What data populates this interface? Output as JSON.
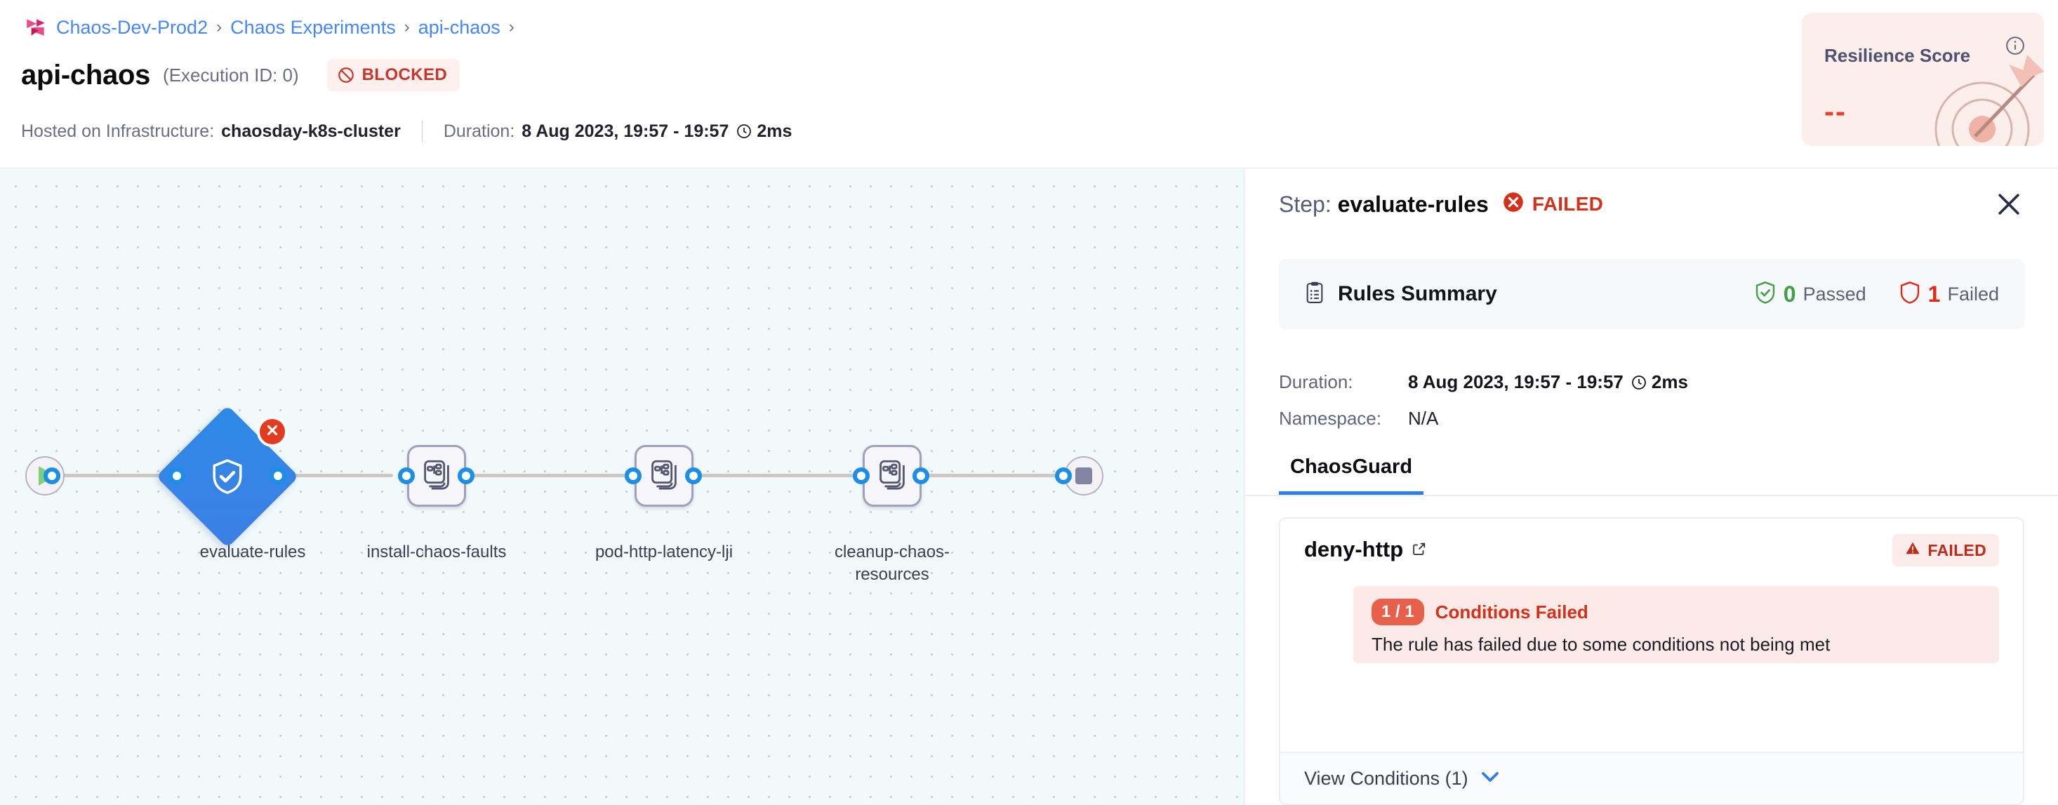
{
  "breadcrumb": {
    "logo_icon": "harness-logo-icon",
    "items": [
      "Chaos-Dev-Prod2",
      "Chaos Experiments",
      "api-chaos"
    ],
    "separator": "›",
    "trailing_separator": "›"
  },
  "header": {
    "title": "api-chaos",
    "execution_id": "(Execution ID: 0)",
    "status_badge": {
      "label": "BLOCKED",
      "icon": "blocked-circle-slash-icon",
      "color": "#c7372a",
      "bg": "#fdf0ee"
    },
    "meta": {
      "infra_label": "Hosted on Infrastructure:",
      "infra_value": "chaosday-k8s-cluster",
      "duration_label": "Duration:",
      "duration_range": "8 Aug 2023, 19:57 - 19:57",
      "duration_icon": "clock-icon",
      "duration_value": "2ms"
    }
  },
  "resilience": {
    "title": "Resilience Score",
    "value": "--",
    "info_icon": "info-circle-icon",
    "art_icon": "target-arrow-icon",
    "bg": "#fbeeeb",
    "value_color": "#e8402a"
  },
  "canvas": {
    "start_node": {
      "name": "start-node",
      "icon": "play-icon"
    },
    "end_node": {
      "name": "end-node",
      "icon": "stop-icon"
    },
    "nodes": [
      {
        "id": "evaluate-rules",
        "label": "evaluate-rules",
        "shape": "diamond",
        "icon": "shield-check-icon",
        "status": "failed",
        "status_icon": "error-x-icon"
      },
      {
        "id": "install-chaos-faults",
        "label": "install-chaos-faults",
        "shape": "box",
        "icon": "chaos-fault-icon",
        "status": "none"
      },
      {
        "id": "pod-http-latency-lji",
        "label": "pod-http-latency-lji",
        "shape": "box",
        "icon": "chaos-fault-icon",
        "status": "none"
      },
      {
        "id": "cleanup-chaos-resources",
        "label": "cleanup-chaos-resources",
        "shape": "box",
        "icon": "chaos-fault-icon",
        "status": "none"
      }
    ]
  },
  "panel": {
    "title_prefix": "Step:",
    "step_name": "evaluate-rules",
    "status": "FAILED",
    "status_icon": "error-x-icon",
    "close_icon": "close-icon",
    "rules_summary": {
      "icon": "clipboard-icon",
      "label": "Rules Summary",
      "passed_count": "0",
      "passed_label": "Passed",
      "passed_icon": "shield-check-green-icon",
      "failed_count": "1",
      "failed_label": "Failed",
      "failed_icon": "shield-red-icon"
    },
    "details": {
      "duration_label": "Duration:",
      "duration_value": "8 Aug 2023, 19:57 - 19:57",
      "duration_icon": "clock-icon",
      "duration_time": "2ms",
      "namespace_label": "Namespace:",
      "namespace_value": "N/A"
    },
    "tabs": [
      {
        "label": "ChaosGuard",
        "active": true
      }
    ],
    "rule": {
      "name": "deny-http",
      "external_link_icon": "external-link-icon",
      "status": "FAILED",
      "status_icon": "warning-triangle-icon",
      "condition_count": "1 / 1",
      "condition_title": "Conditions Failed",
      "condition_desc": "The rule has failed due to some conditions not being met",
      "view_conditions_label": "View Conditions (1)",
      "chevron_icon": "chevron-down-icon"
    }
  }
}
